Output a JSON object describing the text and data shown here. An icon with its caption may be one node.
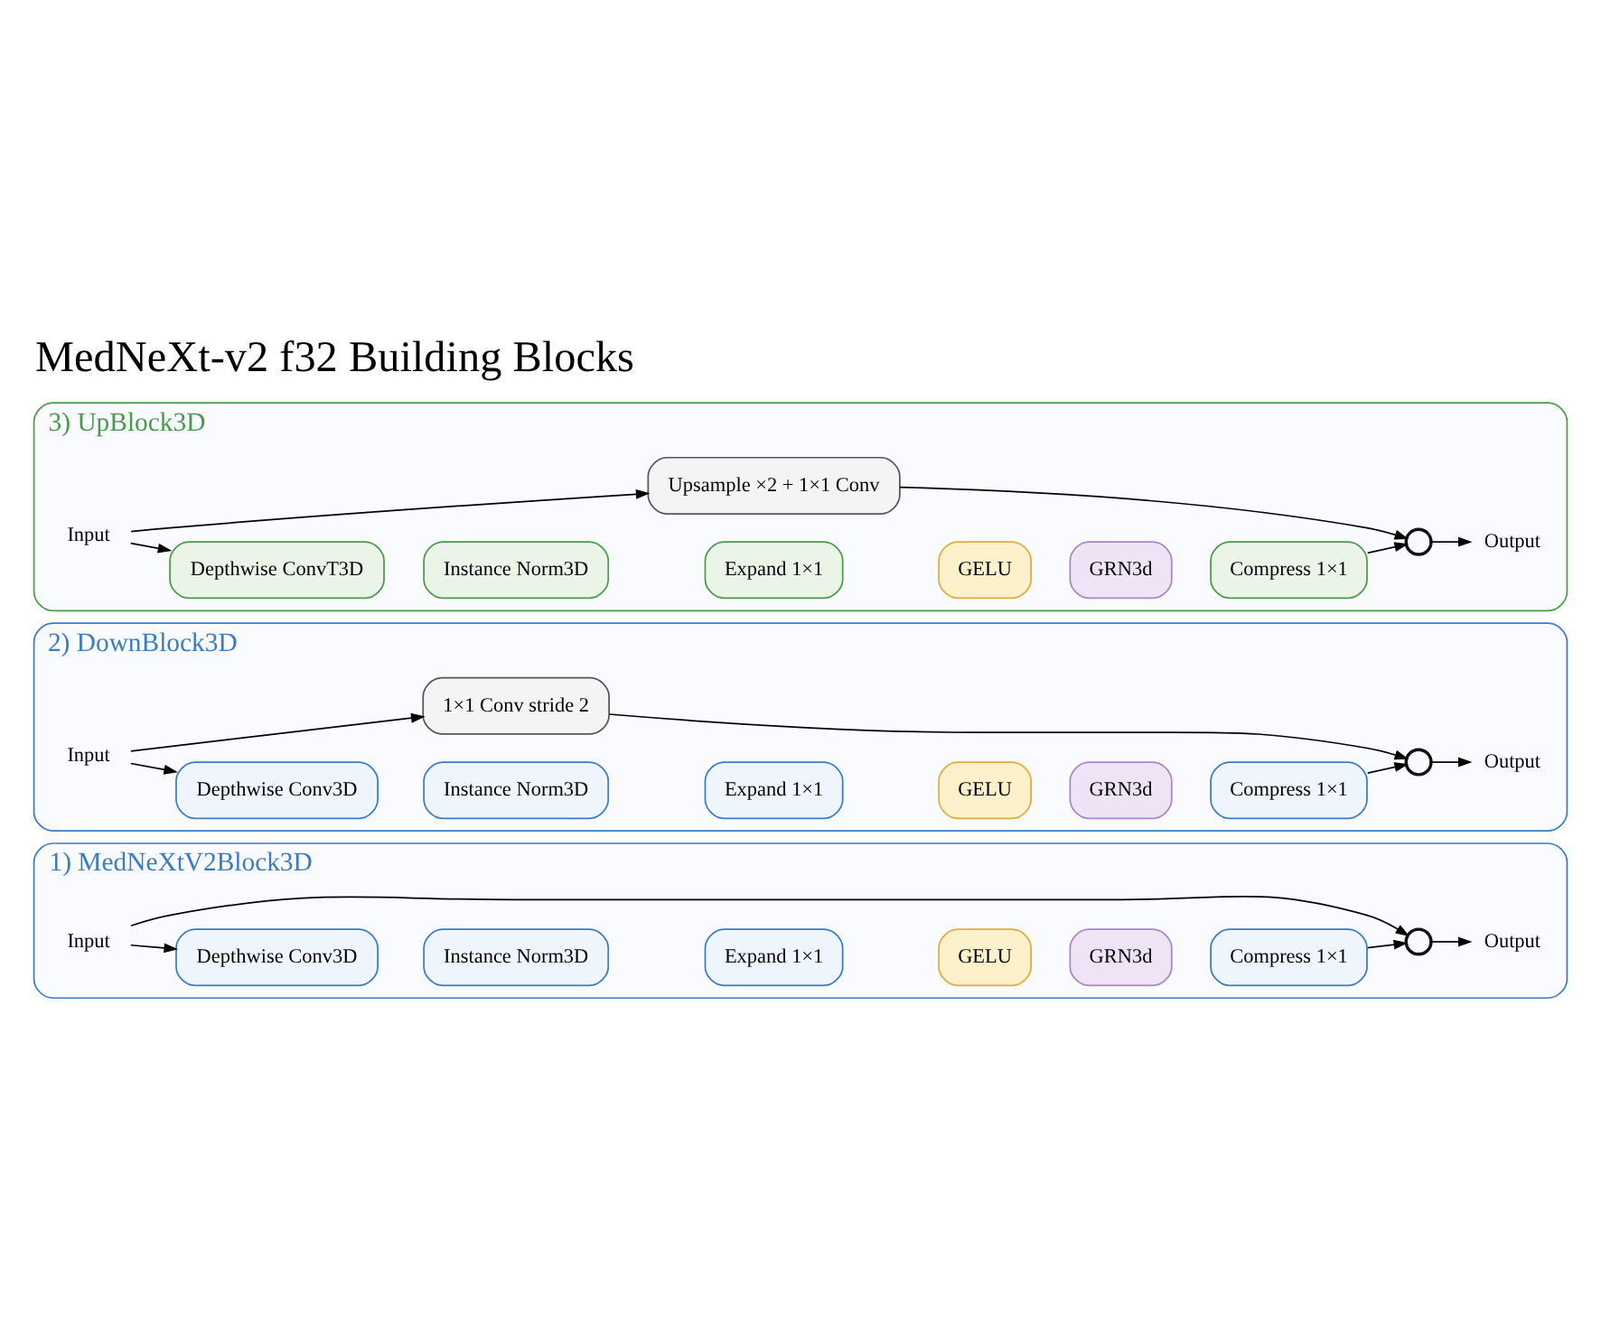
{
  "diagram": {
    "title": "MedNeXt-v2 f32 Building Blocks",
    "nodes": [
      {
        "text": [
          "1) MedNeXtV2Block3D"
        ]
      },
      {
        "text": [
          "Input"
        ],
        "in": 0
      },
      {
        "text": [
          "Depthwise Conv3D"
        ],
        "in": 0
      },
      {
        "text": [
          "Instance Norm3D"
        ],
        "in": 0
      },
      {
        "text": [
          "Expand 1×1"
        ],
        "in": 0
      },
      {
        "text": [
          "GELU"
        ],
        "in": 0
      },
      {
        "text": [
          "GRN3d"
        ],
        "in": 0
      },
      {
        "text": [
          "Compress 1×1"
        ],
        "in": 0
      },
      {
        "text": [],
        "shape": "circle",
        "in": 0
      },
      {
        "text": [
          "Output"
        ],
        "in": 0
      },
      {
        "text": [
          "2) DownBlock3D"
        ]
      },
      {
        "text": [
          "Input"
        ],
        "in": 10
      },
      {
        "text": [
          "Depthwise Conv3D"
        ],
        "in": 10
      },
      {
        "text": [
          "Instance Norm3D"
        ],
        "in": 10
      },
      {
        "text": [
          "Expand 1×1"
        ],
        "in": 10
      },
      {
        "text": [
          "GELU"
        ],
        "in": 10
      },
      {
        "text": [
          "GRN3d"
        ],
        "in": 10
      },
      {
        "text": [
          "Compress 1×1"
        ],
        "in": 10
      },
      {
        "text": [
          "1×1 Conv stride 2"
        ],
        "in": 10
      },
      {
        "text": [],
        "shape": "circle",
        "in": 10
      },
      {
        "text": [
          "Output"
        ],
        "in": 10
      },
      {
        "text": [
          "3) UpBlock3D"
        ]
      },
      {
        "text": [
          "Input"
        ],
        "in": 21
      },
      {
        "text": [
          "Depthwise ConvT3D"
        ],
        "in": 21
      },
      {
        "text": [
          "Instance Norm3D"
        ],
        "in": 21
      },
      {
        "text": [
          "Expand 1×1"
        ],
        "in": 21
      },
      {
        "text": [
          "GELU"
        ],
        "in": 21
      },
      {
        "text": [
          "GRN3d"
        ],
        "in": 21
      },
      {
        "text": [
          "Compress 1×1"
        ],
        "in": 21
      },
      {
        "text": [
          "Upsample ×2 + 1×1 Conv"
        ],
        "in": 21
      },
      {
        "text": [],
        "shape": "circle",
        "in": 21
      },
      {
        "text": [
          "Output"
        ],
        "in": 21
      }
    ],
    "edges": [
      {
        "from": 1,
        "to": 2,
        "arrow": "to"
      },
      {
        "from": 1,
        "to": 8,
        "arrow": "to"
      },
      {
        "from": 7,
        "to": 8,
        "arrow": "to"
      },
      {
        "from": 8,
        "to": 9,
        "arrow": "to"
      },
      {
        "from": 11,
        "to": 12,
        "arrow": "to"
      },
      {
        "from": 11,
        "to": 18,
        "arrow": "to"
      },
      {
        "from": 18,
        "to": 19,
        "arrow": "to"
      },
      {
        "from": 17,
        "to": 19,
        "arrow": "to"
      },
      {
        "from": 19,
        "to": 20,
        "arrow": "to"
      },
      {
        "from": 22,
        "to": 23,
        "arrow": "to"
      },
      {
        "from": 22,
        "to": 29,
        "arrow": "to"
      },
      {
        "from": 29,
        "to": 30,
        "arrow": "to"
      },
      {
        "from": 28,
        "to": 30,
        "arrow": "to"
      },
      {
        "from": 30,
        "to": 31,
        "arrow": "to"
      }
    ]
  }
}
